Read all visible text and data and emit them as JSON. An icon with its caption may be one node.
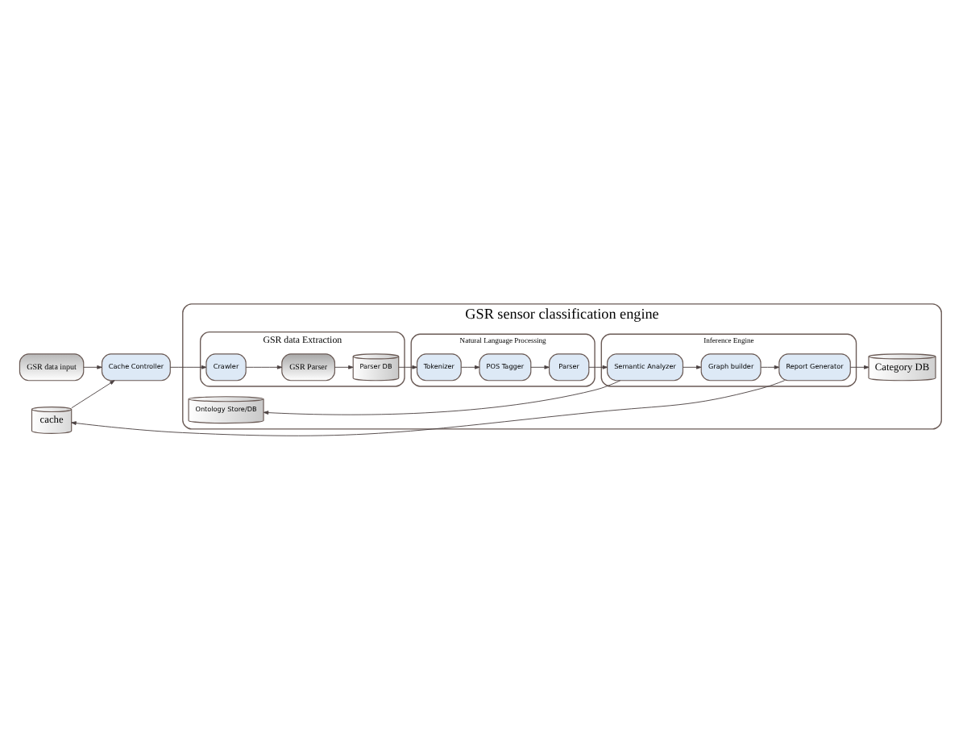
{
  "diagram": {
    "nodes": [
      {
        "text": [
          "GSR data input"
        ]
      },
      {
        "text": [
          "Cache Controller"
        ]
      },
      {
        "text": [
          "cache"
        ]
      },
      {
        "text": [
          "GSR sensor classification engine"
        ]
      },
      {
        "text": [
          "GSR data Extraction"
        ],
        "in": 3
      },
      {
        "text": [
          "Crawler"
        ],
        "in": 4
      },
      {
        "text": [
          "GSR Parser"
        ],
        "in": 4
      },
      {
        "text": [
          "Parser DB"
        ],
        "in": 4
      },
      {
        "text": [
          "Natural Language Processing"
        ],
        "in": 3
      },
      {
        "text": [
          "Tokenizer"
        ],
        "in": 8
      },
      {
        "text": [
          "POS Tagger"
        ],
        "in": 8
      },
      {
        "text": [
          "Parser"
        ],
        "in": 8
      },
      {
        "text": [
          "Ontology Store/DB"
        ],
        "in": 3
      },
      {
        "text": [
          "Inference Engine"
        ],
        "in": 3
      },
      {
        "text": [
          "Semantic Analyzer"
        ],
        "in": 13
      },
      {
        "text": [
          "Graph builder"
        ],
        "in": 13
      },
      {
        "text": [
          "Report Generator"
        ],
        "in": 13
      },
      {
        "text": [
          "Category DB"
        ],
        "in": 3
      }
    ],
    "edges": [
      {
        "from": 0,
        "to": 1,
        "arrow": "to"
      },
      {
        "from": 2,
        "to": 1,
        "arrow": "to"
      },
      {
        "from": 1,
        "to": 5,
        "arrow": "to"
      },
      {
        "from": 5,
        "to": 6,
        "arrow": "to"
      },
      {
        "from": 6,
        "to": 7,
        "arrow": "to"
      },
      {
        "from": 7,
        "to": 9,
        "arrow": "to"
      },
      {
        "from": 9,
        "to": 10,
        "arrow": "to"
      },
      {
        "from": 10,
        "to": 11,
        "arrow": "to"
      },
      {
        "from": 11,
        "to": 14,
        "arrow": "to"
      },
      {
        "from": 14,
        "to": 12,
        "arrow": "to"
      },
      {
        "from": 14,
        "to": 15,
        "arrow": "to"
      },
      {
        "from": 15,
        "to": 16,
        "arrow": "to"
      },
      {
        "from": 16,
        "to": 17,
        "arrow": "to"
      },
      {
        "from": 16,
        "to": 2,
        "arrow": "to"
      }
    ]
  }
}
